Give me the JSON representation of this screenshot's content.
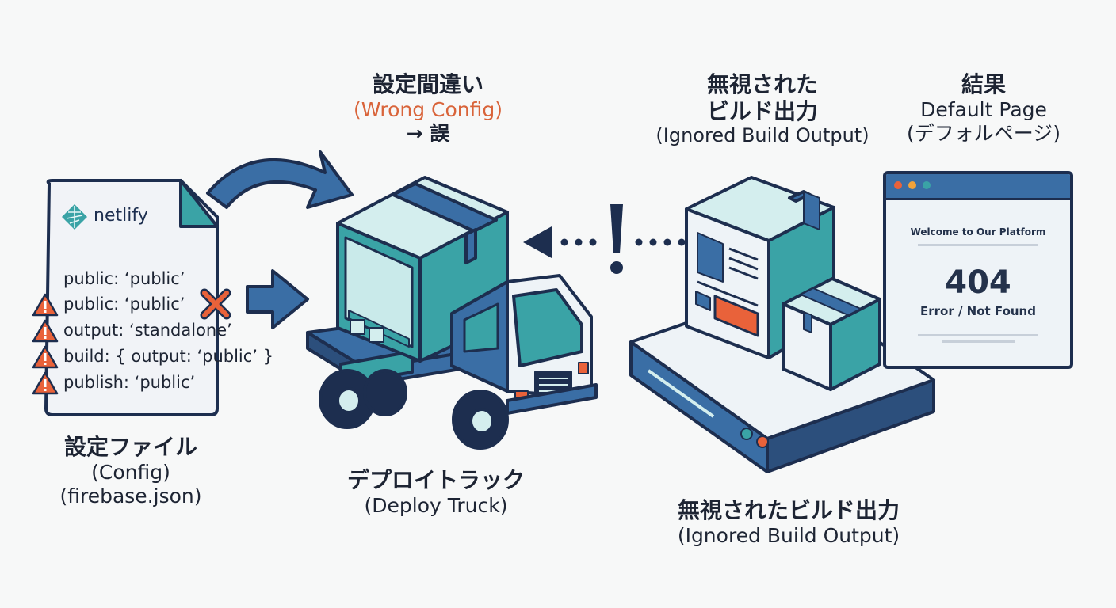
{
  "config": {
    "brand": "netlify",
    "lines": [
      "public: ‘public’",
      "public: ‘public’",
      "output: ‘standalone’",
      "build: { output: ‘public’ }",
      "publish: ‘public’"
    ],
    "label_ja": "設定ファイル",
    "label_en": "(Config)",
    "label_file": "(firebase.json)"
  },
  "wrong_config": {
    "label_ja": "設定間違い",
    "label_en": "(Wrong Config)",
    "label_arrow": "→ 誤"
  },
  "truck": {
    "label_ja": "デプロイトラック",
    "label_en": "(Deploy Truck)"
  },
  "ignored_top": {
    "line1": "無視された",
    "line2": "ビルド出力",
    "line3": "(Ignored Build Output)"
  },
  "ignored_bottom": {
    "label_ja": "無視されたビルド出力",
    "label_en": "(Ignored Build Output)"
  },
  "result": {
    "label_ja": "結果",
    "label_en": "Default Page",
    "label_paren": "(デフォルページ)"
  },
  "browser": {
    "title": "Welcome to Our Platform",
    "code": "404",
    "message": "Error / Not Found"
  },
  "colors": {
    "navy": "#1d2e4f",
    "blue": "#3a6ea5",
    "teal": "#3aa3a6",
    "light_teal": "#d4eeee",
    "orange": "#e9623a",
    "dark_blue": "#2c4f7c"
  }
}
